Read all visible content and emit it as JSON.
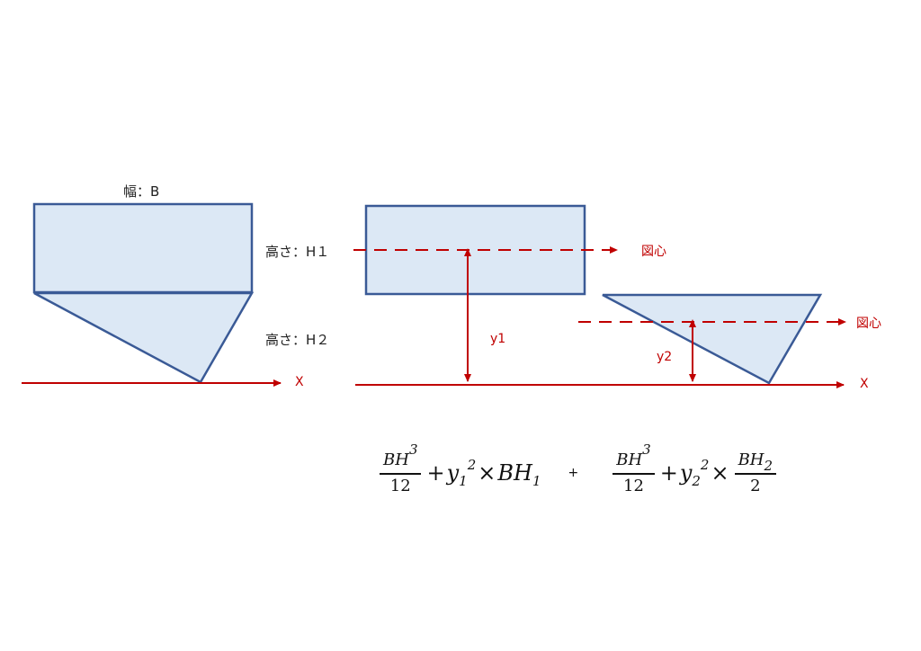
{
  "labels": {
    "width": "幅：B",
    "height1": "高さ：H１",
    "height2": "高さ：H２",
    "x_axis_left": "X",
    "x_axis_right": "X",
    "centroid_1": "図心",
    "centroid_2": "図心",
    "y1": "y1",
    "y2": "y2"
  },
  "formula": {
    "term1": {
      "num_base": "BH",
      "num_exp": "3",
      "den": "12"
    },
    "plus1": "+",
    "y1_base": "y",
    "y1_sub": "1",
    "y1_sup": "2",
    "times1": "×",
    "bh1_base": "BH",
    "bh1_sub": "1",
    "plus_between": "+",
    "term2": {
      "num_base": "BH",
      "num_exp": "3",
      "den": "12"
    },
    "plus2": "+",
    "y2_base": "y",
    "y2_sub": "2",
    "y2_sup": "2",
    "times2": "×",
    "frac3": {
      "num_base": "BH",
      "num_sub": "2",
      "den": "2"
    }
  },
  "colors": {
    "shape_fill": "#dce8f5",
    "shape_stroke": "#3a5a96",
    "accent_red": "#c00000"
  }
}
